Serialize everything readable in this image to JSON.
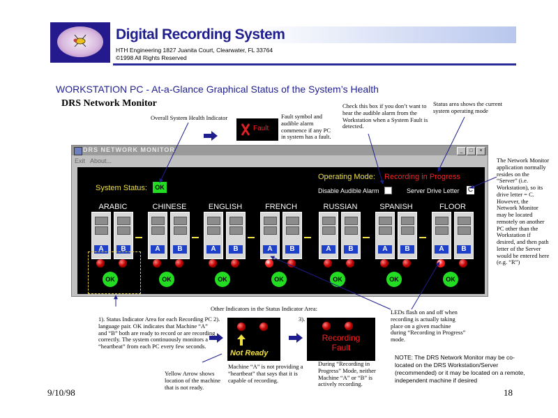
{
  "header": {
    "title": "Digital Recording System",
    "company": "HTH Engineering  1827 Juanita Court, Clearwater, FL 33764",
    "copyright": "©1998 All Rights Reserved"
  },
  "heading": "WORKSTATION PC  -  At-a-Glance Graphical Status of the System’s Health",
  "subheading": "DRS Network Monitor",
  "callouts": {
    "health_indicator": "Overall System Health Indicator",
    "fault_symbol": "Fault symbol and audible alarm commence if any PC in system has a fault.",
    "checkbox_note": "Check this box if you don’t want to hear the audible alarm from the Workstation when a System Fault is detected.",
    "status_area_note": "Status area shows the current system operating mode",
    "server_note": "The Network Monitor application normally resides on the “Server” (i.e. Workstation), so its drive letter = C. However, the Network Monitor may be located remotely on another PC other than the Workstation if desired, and then path letter of the Server would be entered here (e.g. “R”)"
  },
  "fault_label": "Fault",
  "window": {
    "title": "DRS NETWORK MONITOR",
    "menu": [
      "Exit",
      "About..."
    ],
    "controls": [
      "_",
      "□",
      "×"
    ],
    "system_status_label": "System Status:",
    "system_status_value": "OK",
    "operating_mode_label": "Operating Mode:",
    "operating_mode_value": "Recording in Progress",
    "disable_alarm_label": "Disable Audible Alarm",
    "server_drive_label": "Server Drive Letter",
    "server_drive_value": "C",
    "languages": [
      "ARABIC",
      "CHINESE",
      "ENGLISH",
      "FRENCH",
      "RUSSIAN",
      "SPANISH",
      "FLOOR"
    ],
    "machine_labels": [
      "A",
      "B"
    ],
    "ok_label": "OK"
  },
  "bottom": {
    "status_area_note": "1). Status Indicator Area for each Recording PC language pair. OK indicates that Machine “A” and “B” both are ready to record or are recording correctly.  The system continuously monitors a “heartbeat” from each PC every few seconds.",
    "other_indicators": "Other Indicators in the Status Indicator Area:",
    "num2": "2).",
    "num3": "3).",
    "not_ready_label": "Not Ready",
    "recording_fault_label_1": "Recording",
    "recording_fault_label_2": "Fault",
    "yellow_arrow_note": "Yellow Arrow shows location of the machine that is not ready.",
    "machine_a_note": "Machine “A” is not providing a “heartbeat” that says that it is capable of recording.",
    "rec_fault_note": "During “Recording in Progress” Mode, neither Machine “A” or “B” is actively recording.",
    "leds_note": "LEDs flash on and off when recording is actually taking place on a given machine during “Recording in Progress” mode.",
    "colocation_note": "NOTE: The DRS Network Monitor  may be co-located on the DRS Workstation/Server (recommended) or it may be located on a remote, independent machine if desired"
  },
  "footer": {
    "date": "9/10/98",
    "page": "18"
  },
  "colors": {
    "brand_blue": "#1f1e8e",
    "ok_green": "#22dd22",
    "alarm_red": "#ff2020",
    "status_yellow": "#f0e040"
  }
}
